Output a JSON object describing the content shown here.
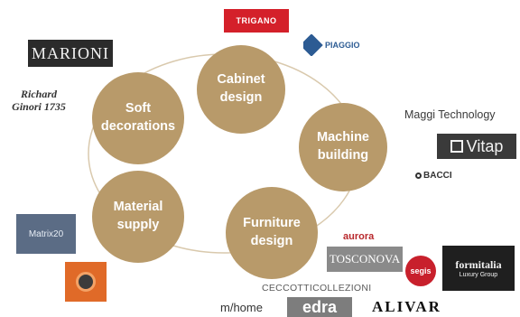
{
  "nodes": {
    "cabinet": "Cabinet\ndesign",
    "machine": "Machine\nbuilding",
    "furniture": "Furniture\ndesign",
    "material": "Material\nsupply",
    "soft": "Soft\ndecorations"
  },
  "logos": {
    "trigano": "TRIGANO",
    "piaggio": "PIAGGIO",
    "marioni": "MARIONI",
    "richard_ginori": "Richard Ginori 1735",
    "maggi": "Maggi Technology",
    "vitap": "Vitap",
    "bacci": "BACCI",
    "matrix": "Matrix20",
    "aurora": "aurora",
    "tosconova": "TOSCONOVA",
    "segis": "segis",
    "formitalia": "formitalia",
    "formitalia_sub": "Luxury Group",
    "ceccotti": "CECCOTTICOLLEZIONI",
    "myhome": "m/home",
    "edra": "edra",
    "alivar": "ALIVAR"
  },
  "colors": {
    "node": "#b89a6a",
    "ring": "#d9c9ad"
  }
}
